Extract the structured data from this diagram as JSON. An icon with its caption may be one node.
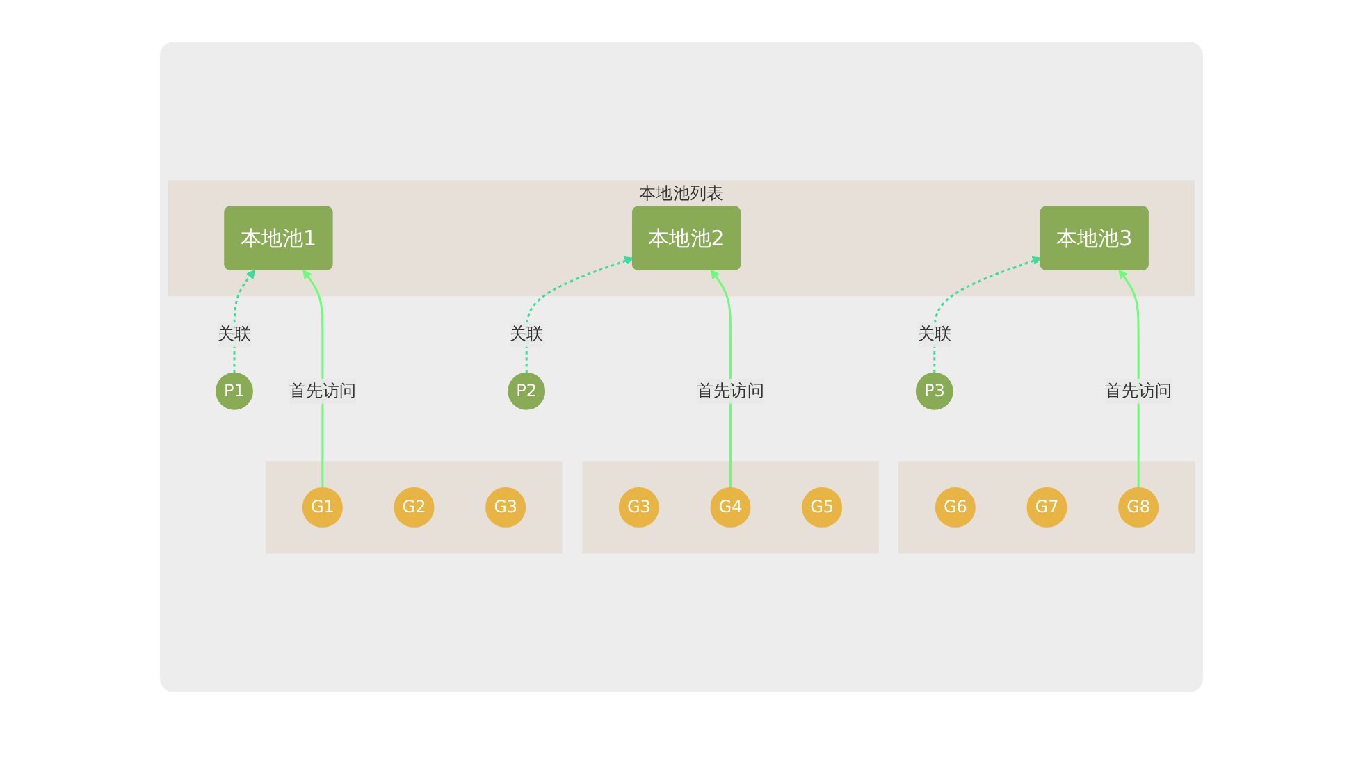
{
  "diagram": {
    "nodes": [
      {
        "text": [
          "本地池列表"
        ]
      },
      {
        "text": [
          "本地池1"
        ],
        "in": 0
      },
      {
        "text": [
          "本地池2"
        ],
        "in": 0
      },
      {
        "text": [
          "本地池3"
        ],
        "in": 0
      },
      {
        "text": [
          "P1"
        ]
      },
      {
        "text": [
          "P2"
        ]
      },
      {
        "text": [
          "P3"
        ]
      },
      {
        "text": [],
        "shape": "box"
      },
      {
        "text": [
          "G1"
        ],
        "in": 7
      },
      {
        "text": [
          "G2"
        ],
        "in": 7
      },
      {
        "text": [
          "G3"
        ],
        "in": 7
      },
      {
        "text": [],
        "shape": "box"
      },
      {
        "text": [
          "G3"
        ],
        "in": 11
      },
      {
        "text": [
          "G4"
        ],
        "in": 11
      },
      {
        "text": [
          "G5"
        ],
        "in": 11
      },
      {
        "text": [],
        "shape": "box"
      },
      {
        "text": [
          "G6"
        ],
        "in": 15
      },
      {
        "text": [
          "G7"
        ],
        "in": 15
      },
      {
        "text": [
          "G8"
        ],
        "in": 15
      }
    ],
    "edges": [
      {
        "from": 4,
        "to": 1,
        "arrow": "to",
        "label": "关联",
        "style": "dashed",
        "color": "#3ddc9a"
      },
      {
        "from": 5,
        "to": 2,
        "arrow": "to",
        "label": "关联",
        "style": "dashed",
        "color": "#3ddc9a"
      },
      {
        "from": 6,
        "to": 3,
        "arrow": "to",
        "label": "关联",
        "style": "dashed",
        "color": "#3ddc9a"
      },
      {
        "from": 8,
        "to": 1,
        "arrow": "to",
        "label": "首先访问"
      },
      {
        "from": 13,
        "to": 2,
        "arrow": "to",
        "label": "首先访问"
      },
      {
        "from": 18,
        "to": 3,
        "arrow": "to",
        "label": "首先访问"
      }
    ]
  }
}
